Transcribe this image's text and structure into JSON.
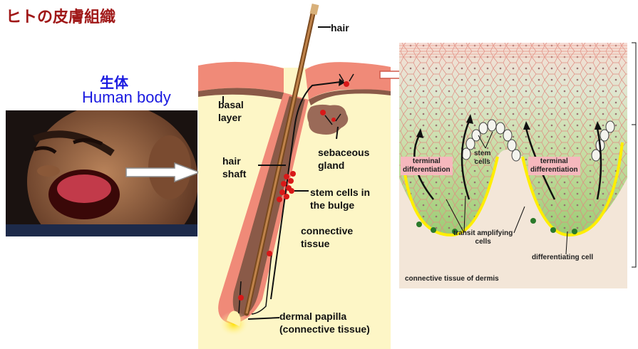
{
  "title": "ヒトの皮膚組織",
  "subject": {
    "japanese": "生体",
    "english": "Human body"
  },
  "hair_diagram": {
    "labels": {
      "hair": "hair",
      "basal_layer": "basal\nlayer",
      "hair_shaft": "hair\nshaft",
      "sebaceous_gland": "sebaceous\ngland",
      "stem_cells_bulge": "stem cells in\nthe bulge",
      "connective_tissue": "connective\ntissue",
      "dermal_papilla": "dermal papilla\n(connective tissue)"
    }
  },
  "epidermis_diagram": {
    "labels": {
      "terminal_diff_left": "terminal\ndifferentiation",
      "stem_cells": "stem\ncells",
      "terminal_diff_right": "terminal\ndifferentiation",
      "transit_amplifying": "transit amplifying\ncells",
      "differentiating_cell": "differentiating cell",
      "connective_dermis": "connective tissue of dermis"
    }
  },
  "colors": {
    "title": "#a01818",
    "subject": "#1a1ae0",
    "cell_pink": "#f6b8bd"
  }
}
